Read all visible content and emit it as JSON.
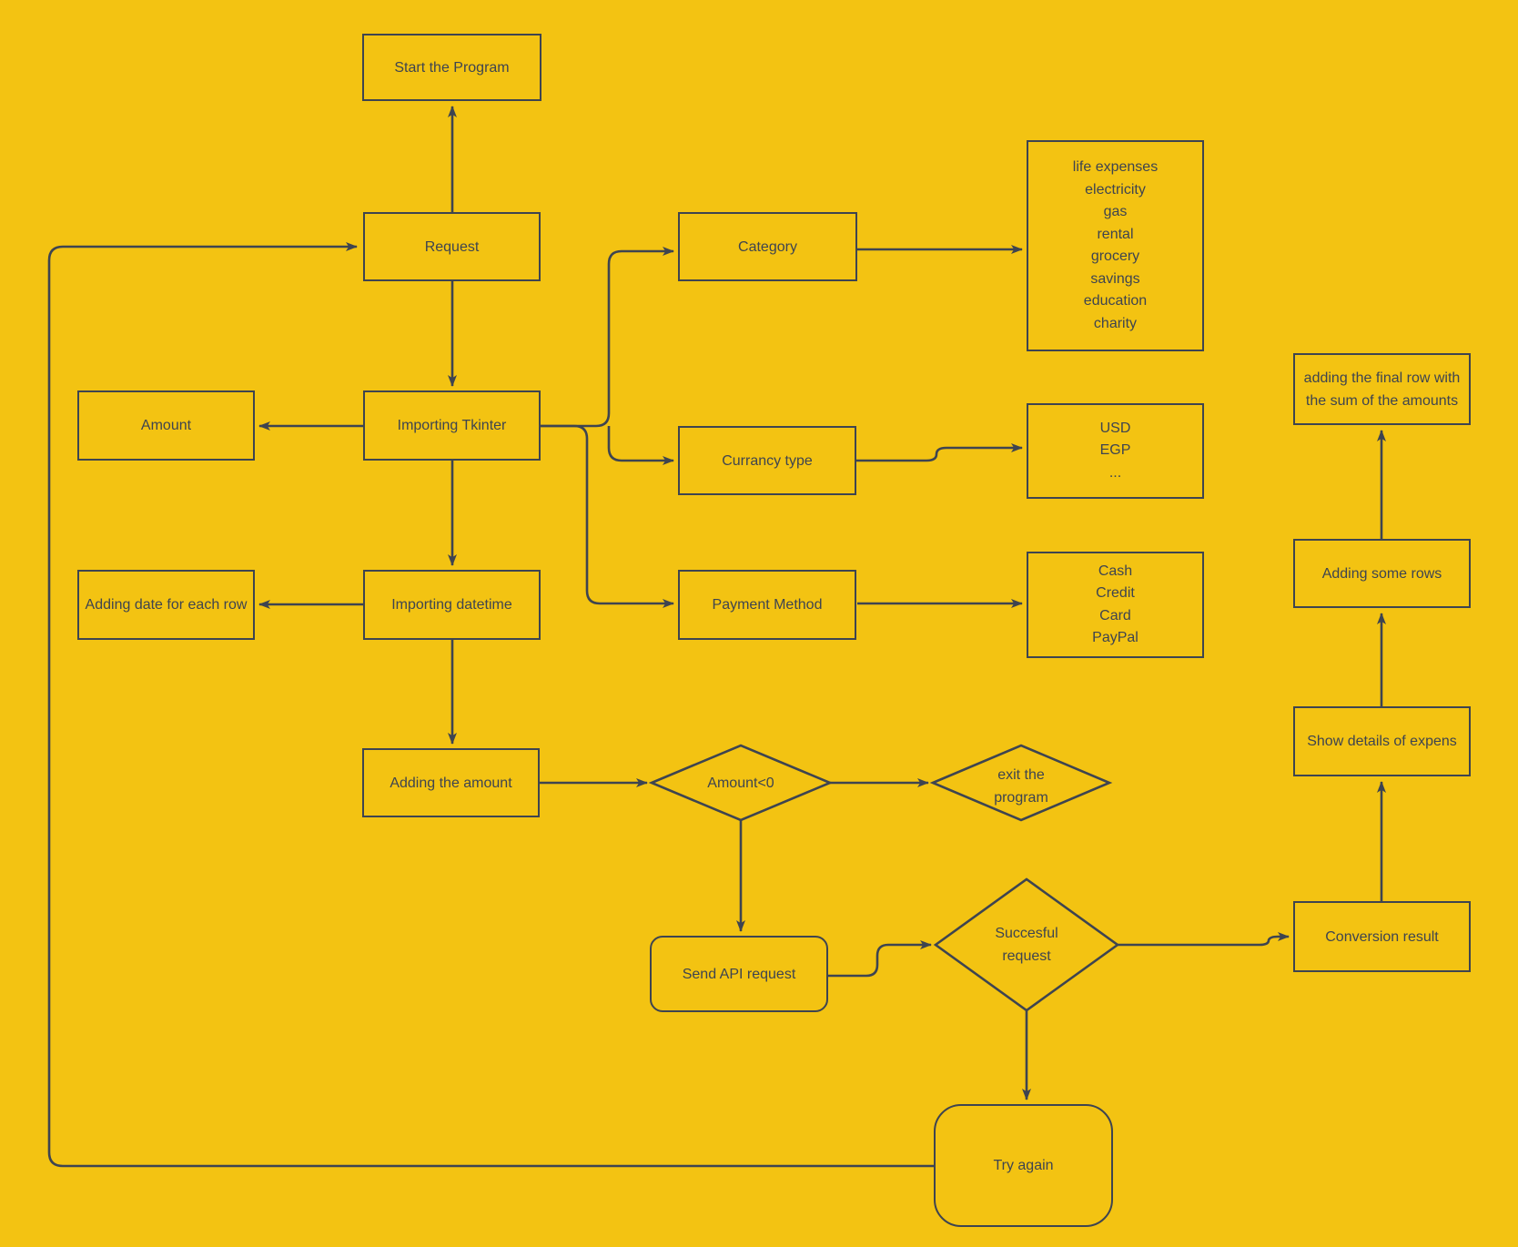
{
  "canvas": {
    "background_color": "#F3C312",
    "line_color": "#3E4450",
    "text_color": "#3E4450"
  },
  "nodes": {
    "start": {
      "label": "Start the Program"
    },
    "request": {
      "label": "Request"
    },
    "importing_tkinter": {
      "label": "Importing Tkinter"
    },
    "amount": {
      "label": "Amount"
    },
    "importing_datetime": {
      "label": "Importing datetime"
    },
    "adding_date": {
      "label": "Adding date for each row"
    },
    "adding_amount": {
      "label": "Adding the amount"
    },
    "category": {
      "label": "Category"
    },
    "category_values": {
      "label": "life expenses\nelectricity\ngas\nrental\ngrocery\nsavings\neducation\ncharity"
    },
    "currancy_type": {
      "label": "Currancy type"
    },
    "currancy_values": {
      "label": "USD\nEGP\n..."
    },
    "payment_method": {
      "label": "Payment Method"
    },
    "payment_values": {
      "label": "Cash\nCredit\nCard\nPayPal"
    },
    "amount_check": {
      "label": "Amount<0"
    },
    "exit_program": {
      "label": "exit the\nprogram"
    },
    "send_api": {
      "label": "Send API request"
    },
    "succesful_request": {
      "label": "Succesful\nrequest"
    },
    "conversion_result": {
      "label": "Conversion result"
    },
    "show_details": {
      "label": "Show details of expens"
    },
    "adding_rows": {
      "label": "Adding some rows"
    },
    "final_row": {
      "label": "adding the final row with the sum of the amounts"
    },
    "try_again": {
      "label": "Try again"
    }
  },
  "edges": [
    {
      "from": "request",
      "to": "start"
    },
    {
      "from": "request",
      "to": "importing_tkinter"
    },
    {
      "from": "importing_tkinter",
      "to": "amount"
    },
    {
      "from": "importing_tkinter",
      "to": "importing_datetime"
    },
    {
      "from": "importing_tkinter",
      "to": "category"
    },
    {
      "from": "importing_tkinter",
      "to": "currancy_type"
    },
    {
      "from": "importing_tkinter",
      "to": "payment_method"
    },
    {
      "from": "importing_datetime",
      "to": "adding_date"
    },
    {
      "from": "importing_datetime",
      "to": "adding_amount"
    },
    {
      "from": "category",
      "to": "category_values"
    },
    {
      "from": "currancy_type",
      "to": "currancy_values"
    },
    {
      "from": "payment_method",
      "to": "payment_values"
    },
    {
      "from": "adding_amount",
      "to": "amount_check"
    },
    {
      "from": "amount_check",
      "to": "exit_program"
    },
    {
      "from": "amount_check",
      "to": "send_api"
    },
    {
      "from": "send_api",
      "to": "succesful_request"
    },
    {
      "from": "succesful_request",
      "to": "conversion_result"
    },
    {
      "from": "succesful_request",
      "to": "try_again"
    },
    {
      "from": "conversion_result",
      "to": "show_details"
    },
    {
      "from": "show_details",
      "to": "adding_rows"
    },
    {
      "from": "adding_rows",
      "to": "final_row"
    },
    {
      "from": "try_again",
      "to": "request"
    }
  ]
}
